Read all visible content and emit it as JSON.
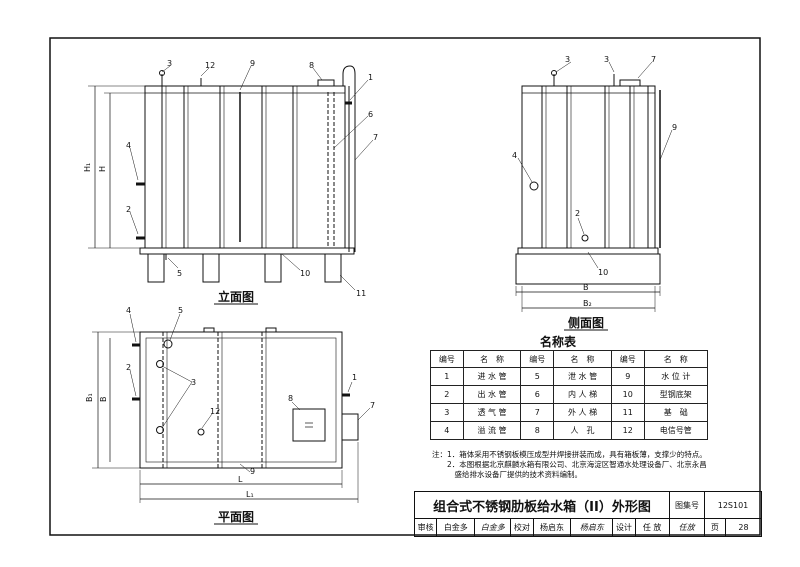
{
  "views": {
    "elevation_title": "立面图",
    "side_title": "侧面图",
    "plan_title": "平面图"
  },
  "dims": {
    "h1": "H₁",
    "h": "H",
    "b": "B",
    "b2": "B₂",
    "b1": "B₁",
    "l": "L",
    "l1": "L₁"
  },
  "callouts": {
    "front": [
      "3",
      "12",
      "9",
      "8",
      "1",
      "6",
      "7",
      "4",
      "2",
      "5",
      "10",
      "11"
    ],
    "side": [
      "3",
      "3",
      "7",
      "9",
      "4",
      "2",
      "10"
    ],
    "plan": [
      "4",
      "5",
      "3",
      "2",
      "12",
      "8",
      "1",
      "7",
      "9"
    ]
  },
  "name_table": {
    "title": "名称表",
    "headers": [
      "编号",
      "名　称",
      "编号",
      "名　称",
      "编号",
      "名　称"
    ],
    "rows": [
      [
        "1",
        "进 水 管",
        "5",
        "泄 水 管",
        "9",
        "水 位 计"
      ],
      [
        "2",
        "出 水 管",
        "6",
        "内 人 梯",
        "10",
        "型钢底架"
      ],
      [
        "3",
        "透 气 管",
        "7",
        "外 人 梯",
        "11",
        "基　础"
      ],
      [
        "4",
        "溢 流 管",
        "8",
        "人　孔",
        "12",
        "电信号管"
      ]
    ]
  },
  "notes": {
    "line1": "注：1．箱体采用不锈钢板模压成型并焊接拼装而成，具有箱板薄，支撑少的特点。",
    "line2": "　　2．本图根据北京麒麟水箱有限公司、北京海淀区智通水处理设备厂、北京永昌",
    "line3": "　　　盛给排水设备厂提供的技术资料编制。"
  },
  "title_block": {
    "title": "组合式不锈钢肋板给水箱（II）外形图",
    "atlas_label": "图集号",
    "atlas_no": "12S101",
    "review_label": "审核",
    "reviewer": "白金多",
    "reviewer_sign": "白金多",
    "check_label": "校对",
    "checker": "杨启东",
    "checker_sign": "杨启东",
    "design_label": "设计",
    "designer": "任 放",
    "designer_sign": "任放",
    "page_label": "页",
    "page_no": "28"
  }
}
